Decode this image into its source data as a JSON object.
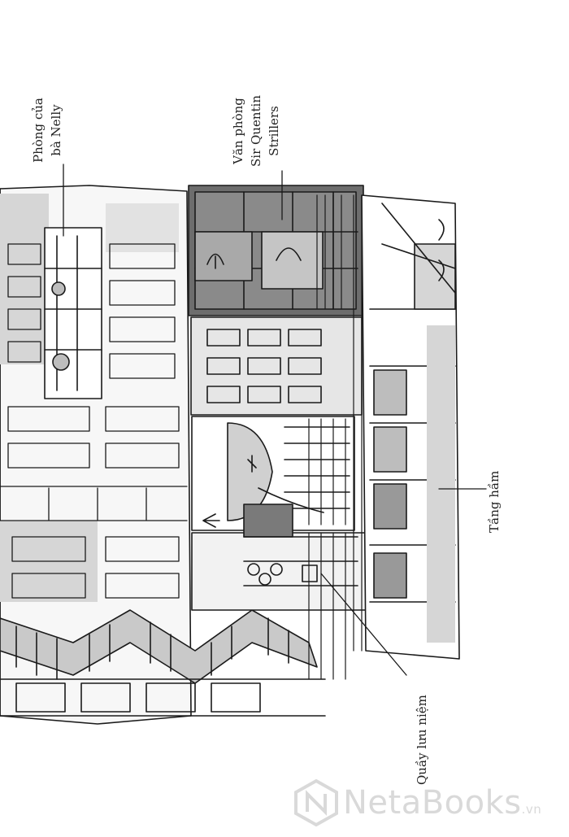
{
  "labels": {
    "nelly_room": [
      "Phòng của",
      "bà Nelly"
    ],
    "office": [
      "Văn phòng",
      "Sir Quentin",
      "Strillers"
    ],
    "basement": "Tầng hầm",
    "souvenir": "Quầy lưu niệm"
  },
  "watermark": {
    "brand": "NetaBooks",
    "suffix": ".vn",
    "icon": "netabooks-logo-icon"
  },
  "colors": {
    "ink": "#1a1a1a",
    "shade_light": "#d6d6d6",
    "shade_mid": "#a9a9a9",
    "shade_dark": "#6d6d6d",
    "watermark": "#d9d9d9"
  }
}
